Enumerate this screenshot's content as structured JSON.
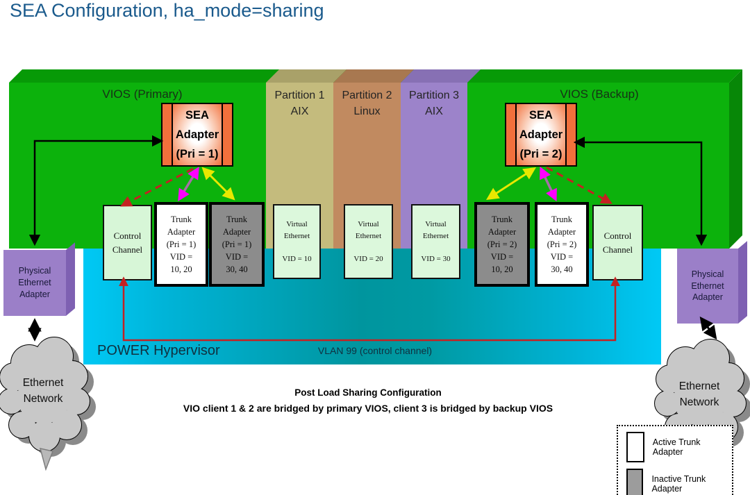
{
  "title": "SEA Configuration, ha_mode=sharing",
  "zones": {
    "vios_primary": "VIOS (Primary)",
    "vios_backup": "VIOS (Backup)",
    "partitions": [
      {
        "label": "Partition 1\nAIX"
      },
      {
        "label": "Partition 2\nLinux"
      },
      {
        "label": "Partition 3\nAIX"
      }
    ],
    "hypervisor": "POWER Hypervisor",
    "vlan": "VLAN 99 (control channel)"
  },
  "adapters": {
    "sea_primary": "SEA\nAdapter\n(Pri = 1)",
    "sea_backup": "SEA\nAdapter\n(Pri = 2)",
    "control_channel_left": "Control\nChannel",
    "control_channel_right": "Control\nChannel",
    "trunk_p1_1020": "Trunk\nAdapter\n(Pri = 1)\nVID =\n10, 20",
    "trunk_p1_3040": "Trunk\nAdapter\n(Pri = 1)\nVID =\n30, 40",
    "trunk_p2_1020": "Trunk\nAdapter\n(Pri = 2)\nVID =\n10, 20",
    "trunk_p2_3040": "Trunk\nAdapter\n(Pri = 2)\nVID =\n30, 40",
    "ve10": "Virtual\nEthernet\n\nVID = 10",
    "ve20": "Virtual\nEthernet\n\nVID = 20",
    "ve30": "Virtual\nEthernet\n\nVID = 30",
    "physical_left": "Physical\nEthernet\nAdapter",
    "physical_right": "Physical\nEthernet\nAdapter",
    "cloud_left": "Ethernet Network",
    "cloud_right": "Ethernet Network"
  },
  "caption": {
    "line1": "Post Load Sharing Configuration",
    "line2": "VIO client 1 & 2 are bridged by primary VIOS, client 3 is bridged by backup VIOS"
  },
  "legend": {
    "active": "Active Trunk Adapter",
    "inactive": "Inactive Trunk Adapter"
  },
  "colors": {
    "title_blue": "#1A5A8C",
    "vios_green": "#0CB20C",
    "partition1_olive": "#C4BB7D",
    "partition2_brown": "#C18A60",
    "partition3_purple": "#9C83CA",
    "hypervisor_cyan": "#00C9F5",
    "hypervisor_teal": "#00959E",
    "sea_orange": "#F2703C",
    "active_trunk": "#FFFFFF",
    "inactive_trunk": "#8C8C8C",
    "control_channel_green": "#D7F6D7",
    "physical_purple": "#9B7FC8",
    "control_line_red": "#C42222",
    "failover_yellow": "#E8E800",
    "link_magenta": "#FF00FF"
  }
}
